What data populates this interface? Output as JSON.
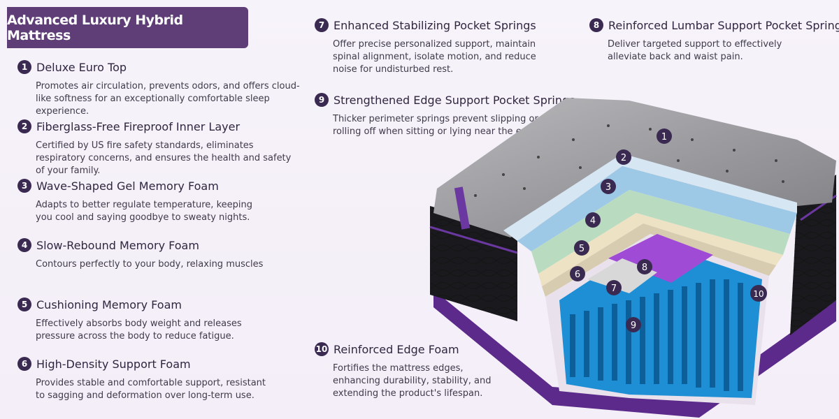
{
  "title": "Advanced Luxury Hybrid Mattress",
  "features": [
    {
      "num": "1",
      "title": "Deluxe Euro Top",
      "desc": "Promotes air circulation, prevents odors, and offers cloud-like softness for an exceptionally comfortable sleep experience."
    },
    {
      "num": "2",
      "title": "Fiberglass-Free Fireproof Inner Layer",
      "desc": "Certified by US fire safety standards, eliminates respiratory concerns, and ensures the health and safety of your family."
    },
    {
      "num": "3",
      "title": "Wave-Shaped Gel Memory Foam",
      "desc": "Adapts to better regulate temperature, keeping you cool and saying goodbye to sweaty nights."
    },
    {
      "num": "4",
      "title": "Slow-Rebound Memory Foam",
      "desc": "Contours perfectly to your body, relaxing muscles"
    },
    {
      "num": "5",
      "title": "Cushioning Memory Foam",
      "desc": "Effectively absorbs body weight and releases pressure across the body to reduce fatigue."
    },
    {
      "num": "6",
      "title": "High-Density Support Foam",
      "desc": "Provides stable and comfortable support, resistant to sagging and deformation over long-term use."
    },
    {
      "num": "7",
      "title": "Enhanced Stabilizing Pocket Springs",
      "desc": "Offer precise personalized support, maintain spinal alignment, isolate motion, and reduce noise for undisturbed rest."
    },
    {
      "num": "8",
      "title": "Reinforced Lumbar Support Pocket Springs",
      "desc": "Deliver targeted support to effectively alleviate back and waist pain."
    },
    {
      "num": "9",
      "title": "Strengthened Edge Support Pocket Springs",
      "desc": "Thicker perimeter springs prevent slipping or rolling off when sitting or lying near the edge."
    },
    {
      "num": "10",
      "title": "Reinforced Edge Foam",
      "desc": "Fortifies the mattress edges, enhancing durability, stability, and extending the product's lifespan."
    }
  ],
  "callouts": [
    "1",
    "2",
    "3",
    "4",
    "5",
    "6",
    "7",
    "8",
    "9",
    "10"
  ],
  "colors": {
    "accent": "#5f3e78",
    "badge": "#3a2a52",
    "spring_blue": "#1e90d6",
    "spring_purple": "#9b3fd0",
    "cover_grey": "#8a8a8a"
  }
}
